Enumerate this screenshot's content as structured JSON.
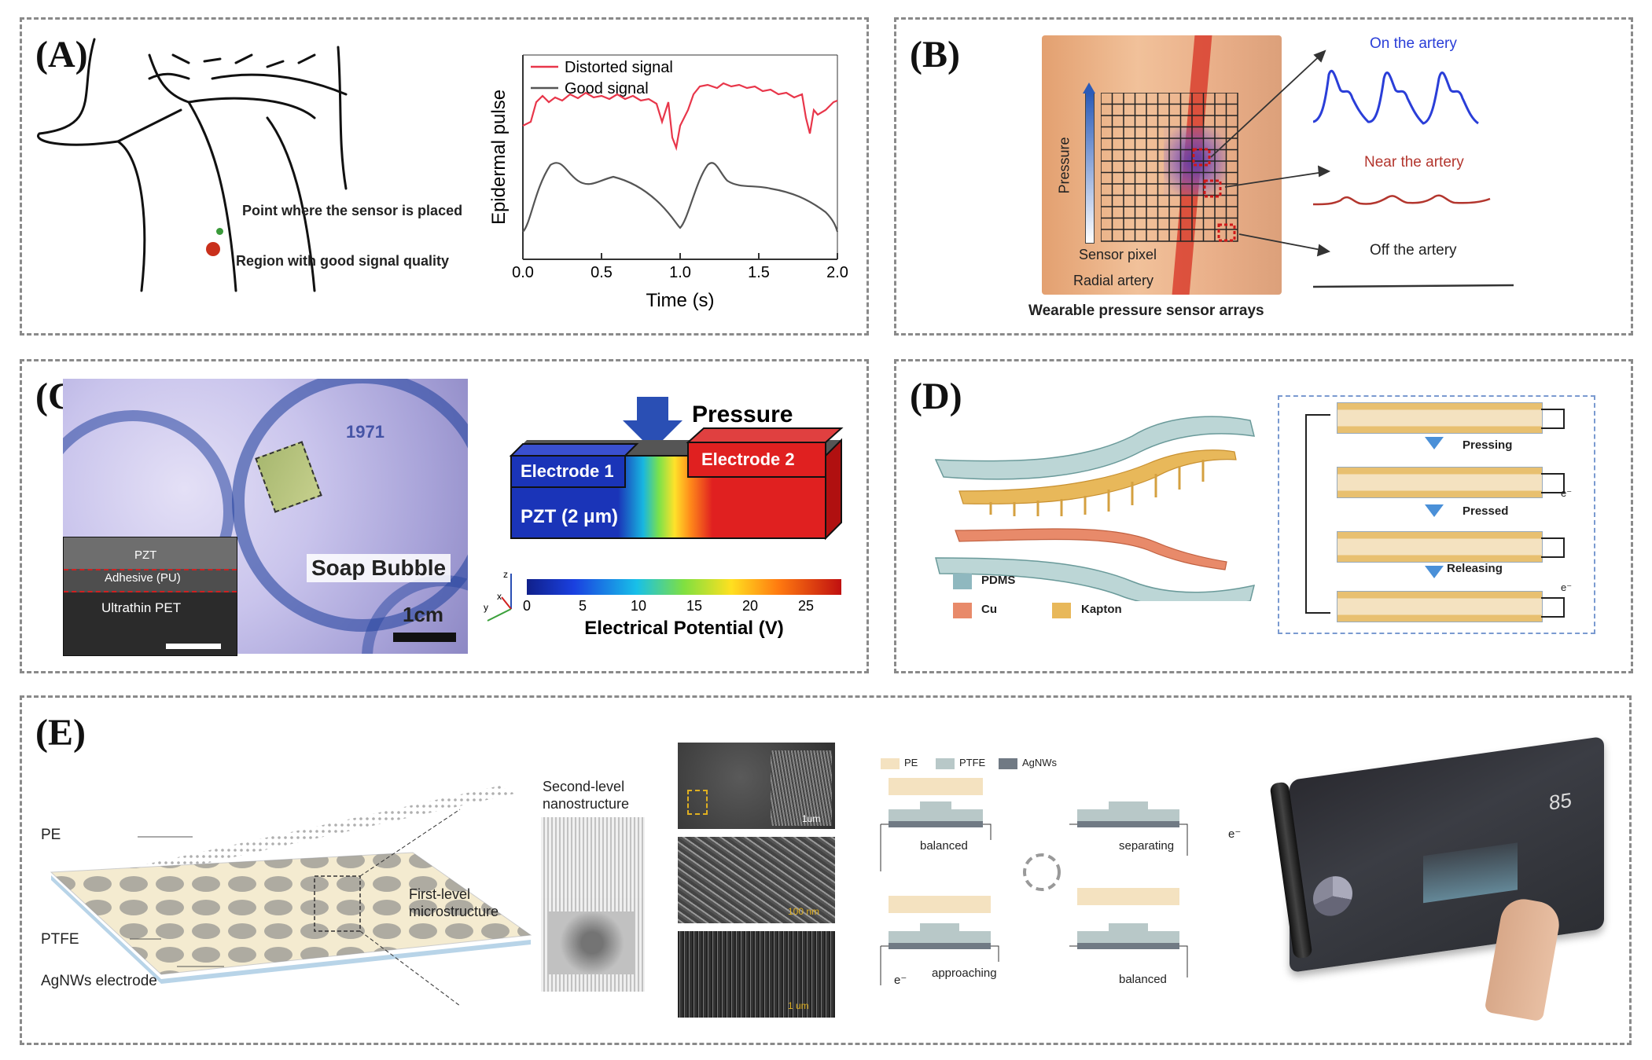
{
  "panelA": {
    "label": "(A)",
    "sensor_point": "Point where the sensor is placed",
    "good_region": "Region with good signal quality",
    "legend_distorted": "Distorted signal",
    "legend_good": "Good signal",
    "ylabel": "Epidermal pulse",
    "xlabel": "Time (s)",
    "xticks": [
      "0.0",
      "0.5",
      "1.0",
      "1.5",
      "2.0"
    ]
  },
  "panelB": {
    "label": "(B)",
    "axis_label": "Pressure",
    "sensor_pixel": "Sensor pixel",
    "radial_artery": "Radial artery",
    "caption": "Wearable pressure sensor arrays",
    "on_artery": "On the artery",
    "near_artery": "Near the artery",
    "off_artery": "Off the artery"
  },
  "panelC": {
    "label": "(C)",
    "layer_pzt": "PZT",
    "layer_adhesive": "Adhesive (PU)",
    "layer_pet": "Ultrathin PET",
    "soap_bubble": "Soap Bubble",
    "scale": "1cm",
    "pressure": "Pressure",
    "electrode1": "Electrode 1",
    "electrode2": "Electrode 2",
    "pzt_block": "PZT (2 μm)",
    "colorbar_ticks": [
      "0",
      "5",
      "10",
      "15",
      "20",
      "25"
    ],
    "colorbar_label": "Electrical Potential (V)",
    "axes_z": "z",
    "axes_y": "y",
    "axes_x": "x",
    "banner_text": "1971"
  },
  "panelD": {
    "label": "(D)",
    "legend_pdms": "PDMS",
    "legend_cu": "Cu",
    "legend_kapton": "Kapton",
    "step1": "Pressing",
    "step2": "Pressed",
    "step3": "Releasing",
    "electron": "e⁻"
  },
  "panelE": {
    "label": "(E)",
    "pe": "PE",
    "ptfe": "PTFE",
    "agnws": "AgNWs electrode",
    "second_level": "Second-level nanostructure",
    "first_level": "First-level microstructure",
    "sem_scale1": "1um",
    "sem_scale2": "100 nm",
    "sem_scale3": "1 um",
    "leg_pe": "PE",
    "leg_ptfe": "PTFE",
    "leg_agnws": "AgNWs",
    "state1": "balanced",
    "state2": "separating",
    "state3": "approaching",
    "state4": "balanced",
    "electron": "e⁻",
    "screen_value": "85"
  },
  "colors": {
    "border": "#8a8a8a",
    "distorted": "#e8364a",
    "good": "#555555",
    "on_artery": "#2a3ed8",
    "near_artery": "#b3362e",
    "arrow_blue": "#2a4fb4",
    "electrode_blue": "#1a34b8",
    "electrode_red": "#e02020"
  }
}
